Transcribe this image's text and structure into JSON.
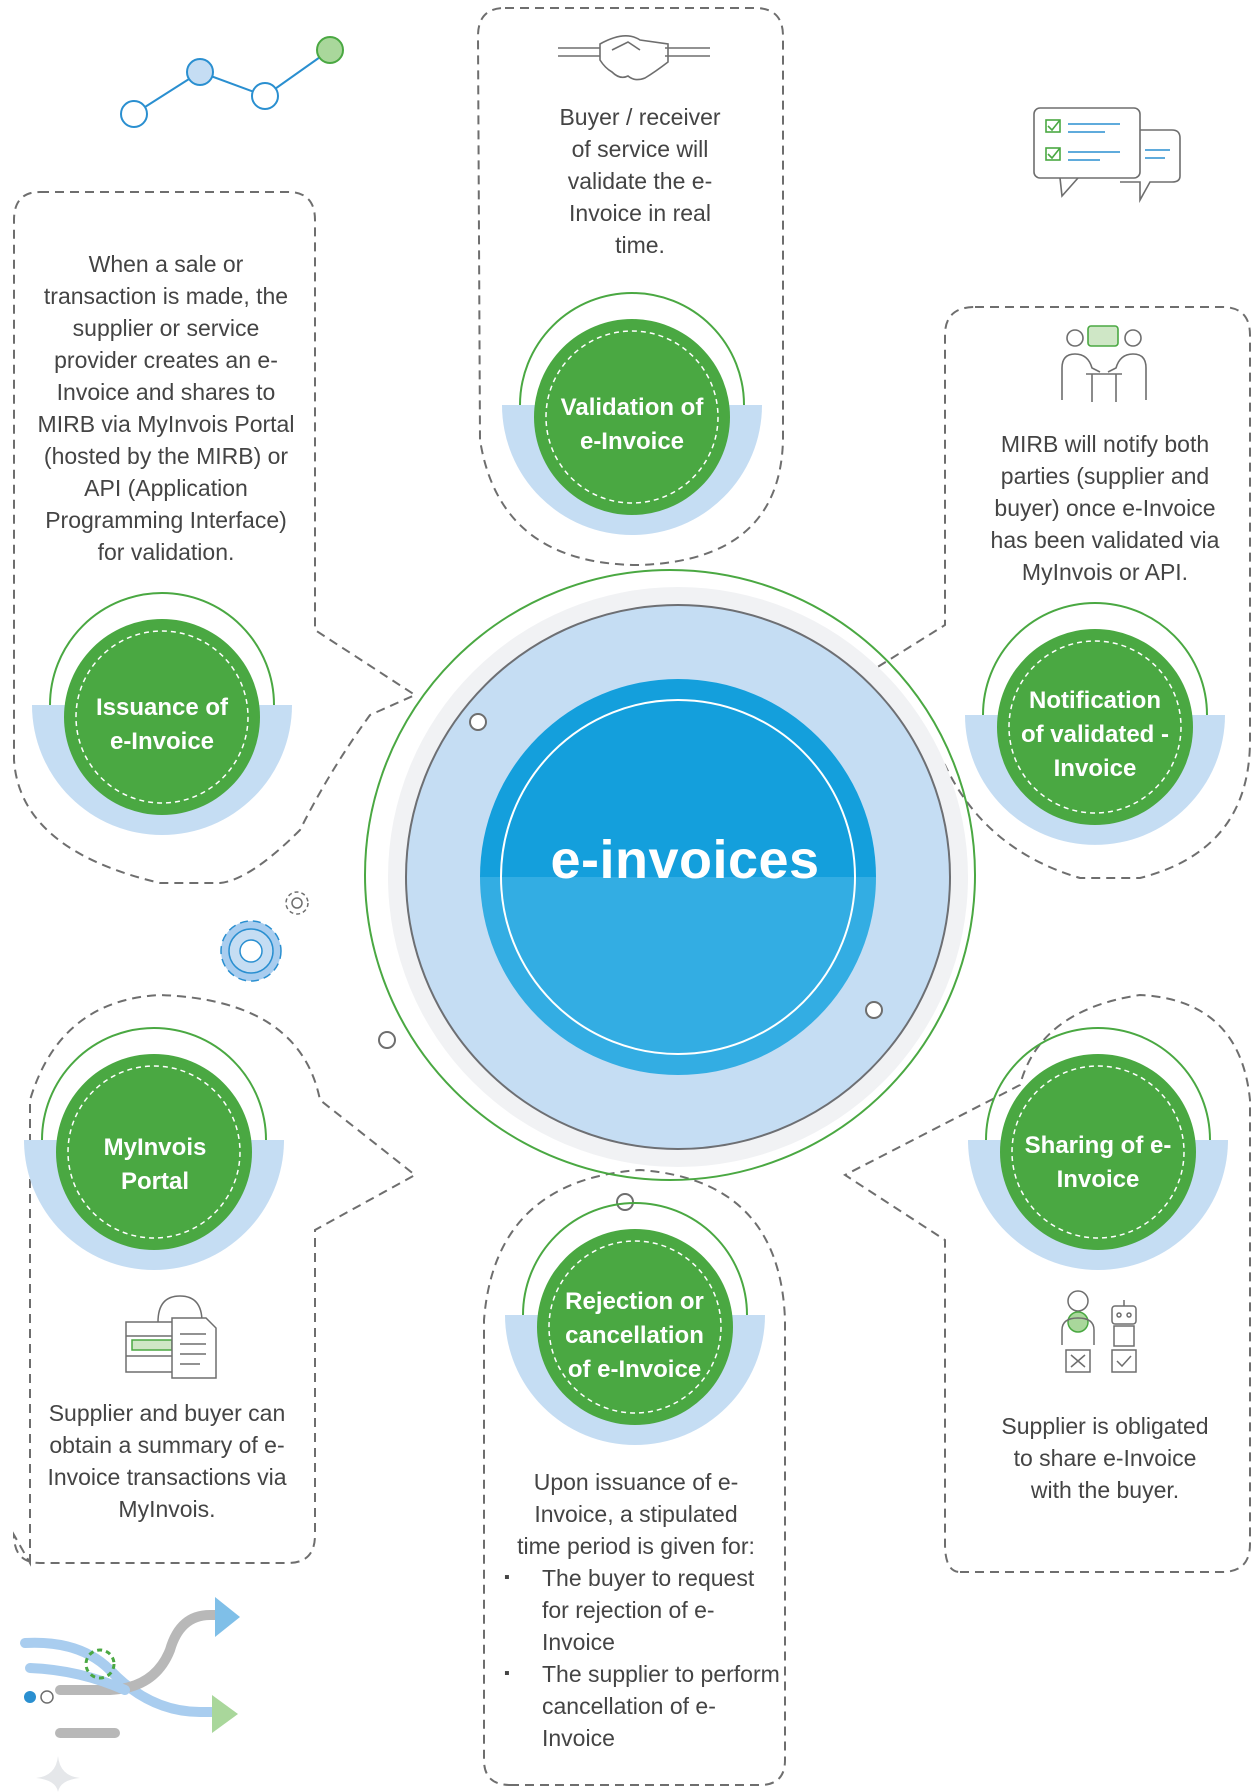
{
  "center": {
    "title": "e-invoices"
  },
  "steps": {
    "issuance": {
      "label": "Issuance of e-Invoice",
      "description": "When a sale or transaction is made, the supplier or service provider creates an e-Invoice and shares to MIRB via MyInvois Portal (hosted by the MIRB) or API (Application Programming Interface) for validation."
    },
    "validation": {
      "label": "Validation of e-Invoice",
      "description": "Buyer / receiver of service will validate the e-Invoice in real time."
    },
    "notification": {
      "label": "Notification of validated -Invoice",
      "description": "MIRB will notify both parties (supplier and buyer) once e-Invoice has been validated via MyInvois or API."
    },
    "sharing": {
      "label": "Sharing of e-Invoice",
      "description": "Supplier is obligated to share e-Invoice with the buyer."
    },
    "rejection": {
      "label": "Rejection or cancellation of e-Invoice",
      "description": "Upon issuance of e-Invoice, a stipulated time period is given for:",
      "bullets": [
        "The buyer to request for rejection of e-Invoice",
        "The supplier to perform cancellation of e-Invoice"
      ]
    },
    "portal": {
      "label": "MyInvois Portal",
      "description": "Supplier and buyer can obtain a summary of e-Invoice transactions via MyInvois."
    }
  },
  "colors": {
    "green": "#4aa842",
    "light_blue": "#c5ddf3",
    "blue": "#149fdc",
    "blue_light": "#33ade3",
    "ring_gray": "#f1f2f4",
    "dash": "#6e6e6e"
  },
  "icons": [
    "handshake-icon",
    "chat-checklist-icon",
    "meeting-icon",
    "network-dots-icon",
    "gear-icon",
    "documents-icon",
    "robots-icon",
    "flow-arrows-icon",
    "sparkle-icon"
  ]
}
